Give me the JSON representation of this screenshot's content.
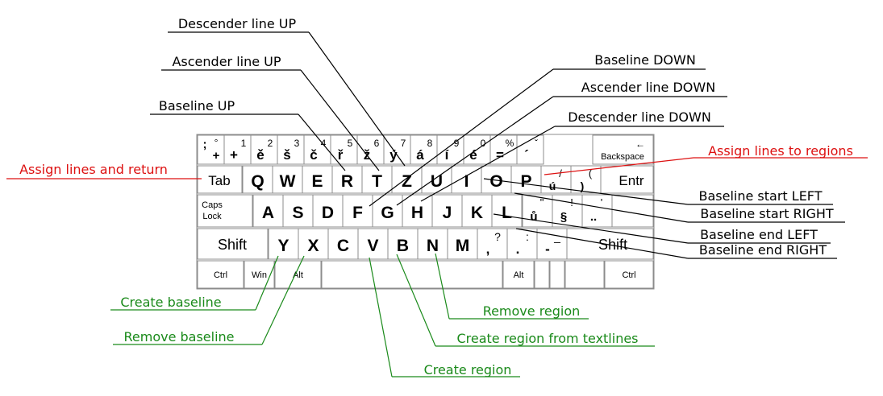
{
  "colors": {
    "black": "#000000",
    "red": "#dd1111",
    "green": "#1a8a1a",
    "key_border": "#8c8c8c",
    "key_fill": "#ffffff",
    "board_fill": "#ffffff"
  },
  "keyboard": {
    "row1": [
      {
        "top": "°",
        "bottom": ";",
        "main": "+"
      },
      {
        "top": "1",
        "main": "+"
      },
      {
        "top": "2",
        "main": "ě"
      },
      {
        "top": "3",
        "main": "š"
      },
      {
        "top": "4",
        "main": "č"
      },
      {
        "top": "5",
        "main": "ř"
      },
      {
        "top": "6",
        "main": "ž"
      },
      {
        "top": "7",
        "main": "ý"
      },
      {
        "top": "8",
        "main": "á"
      },
      {
        "top": "9",
        "main": "í"
      },
      {
        "top": "0",
        "main": "é"
      },
      {
        "top": "%",
        "main": "="
      },
      {
        "top": "ˇ",
        "main": "´"
      },
      {
        "top": "←",
        "main": "Backspace"
      }
    ],
    "tab": "Tab",
    "row2": [
      "Q",
      "W",
      "E",
      "R",
      "T",
      "Z",
      "U",
      "I",
      "O",
      "P"
    ],
    "row2_extra": [
      {
        "top": "/",
        "main": "ú"
      },
      {
        "top": "(",
        "main": ")"
      }
    ],
    "enter": "Entr",
    "caps": [
      "Caps",
      "Lock"
    ],
    "row3": [
      "A",
      "S",
      "D",
      "F",
      "G",
      "H",
      "J",
      "K",
      "L"
    ],
    "row3_extra": [
      {
        "top": "\"",
        "main": "ů"
      },
      {
        "top": "!",
        "main": "§"
      },
      {
        "top": "'",
        "main": ".."
      }
    ],
    "shift_left": "Shift",
    "row4": [
      "Y",
      "X",
      "C",
      "V",
      "B",
      "N",
      "M"
    ],
    "row4_extra": [
      {
        "top": "?",
        "main": ","
      },
      {
        "top": ":",
        "main": "."
      },
      {
        "top": "_",
        "main": "-"
      }
    ],
    "shift_right": "Shift",
    "ctrl_left": "Ctrl",
    "win": "Win",
    "alt_left": "Alt",
    "alt_right": "Alt",
    "ctrl_right": "Ctrl"
  },
  "labels": [
    {
      "id": "descender-line-up",
      "text": "Descender line UP",
      "color": "black"
    },
    {
      "id": "ascender-line-up",
      "text": "Ascender line UP",
      "color": "black"
    },
    {
      "id": "baseline-up",
      "text": "Baseline UP",
      "color": "black"
    },
    {
      "id": "baseline-down",
      "text": "Baseline DOWN",
      "color": "black"
    },
    {
      "id": "ascender-line-down",
      "text": "Ascender line DOWN",
      "color": "black"
    },
    {
      "id": "descender-line-down",
      "text": "Descender line DOWN",
      "color": "black"
    },
    {
      "id": "assign-lines-and-return",
      "text": "Assign lines and return",
      "color": "red"
    },
    {
      "id": "assign-lines-to-regions",
      "text": "Assign lines to regions",
      "color": "red"
    },
    {
      "id": "baseline-start-left",
      "text": "Baseline start LEFT",
      "color": "black"
    },
    {
      "id": "baseline-start-right",
      "text": "Baseline start RIGHT",
      "color": "black"
    },
    {
      "id": "baseline-end-left",
      "text": "Baseline end LEFT",
      "color": "black"
    },
    {
      "id": "baseline-end-right",
      "text": "Baseline end RIGHT",
      "color": "black"
    },
    {
      "id": "create-baseline",
      "text": "Create baseline",
      "color": "green"
    },
    {
      "id": "remove-baseline",
      "text": "Remove baseline",
      "color": "green"
    },
    {
      "id": "remove-region",
      "text": "Remove region",
      "color": "green"
    },
    {
      "id": "create-region-from-textlines",
      "text": "Create region from textlines",
      "color": "green"
    },
    {
      "id": "create-region",
      "text": "Create region",
      "color": "green"
    }
  ]
}
